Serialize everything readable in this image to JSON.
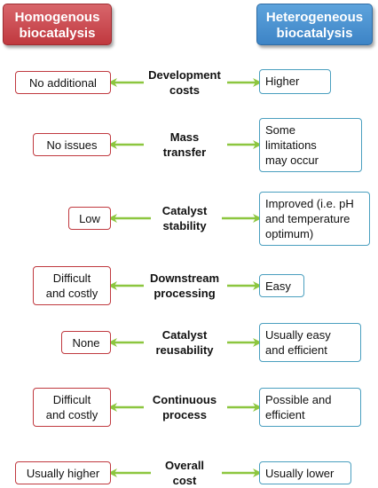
{
  "headers": {
    "left": [
      "Homogenous",
      "biocatalysis"
    ],
    "right": [
      "Heterogeneous",
      "biocatalysis"
    ]
  },
  "colors": {
    "left_accent": "#c0393f",
    "right_accent": "#3d84c6",
    "right_box_border": "#4a9fbf",
    "arrow": "#8cc63f"
  },
  "rows": [
    {
      "criterion": [
        "Development",
        "costs"
      ],
      "homogenous": [
        "No additional"
      ],
      "heterogeneous": [
        "Higher"
      ]
    },
    {
      "criterion": [
        "Mass",
        "transfer"
      ],
      "homogenous": [
        "No issues"
      ],
      "heterogeneous": [
        "Some",
        "limitations",
        "may occur"
      ]
    },
    {
      "criterion": [
        "Catalyst",
        "stability"
      ],
      "homogenous": [
        "Low"
      ],
      "heterogeneous": [
        "Improved (i.e. pH",
        "and temperature",
        "optimum)"
      ]
    },
    {
      "criterion": [
        "Downstream",
        "processing"
      ],
      "homogenous": [
        "Difficult",
        "and costly"
      ],
      "heterogeneous": [
        "Easy"
      ]
    },
    {
      "criterion": [
        "Catalyst",
        "reusability"
      ],
      "homogenous": [
        "None"
      ],
      "heterogeneous": [
        "Usually easy",
        "and efficient"
      ]
    },
    {
      "criterion": [
        "Continuous",
        "process"
      ],
      "homogenous": [
        "Difficult",
        "and costly"
      ],
      "heterogeneous": [
        "Possible and",
        "efficient"
      ]
    },
    {
      "criterion": [
        "Overall",
        "cost"
      ],
      "homogenous": [
        "Usually higher"
      ],
      "heterogeneous": [
        "Usually lower"
      ]
    }
  ]
}
